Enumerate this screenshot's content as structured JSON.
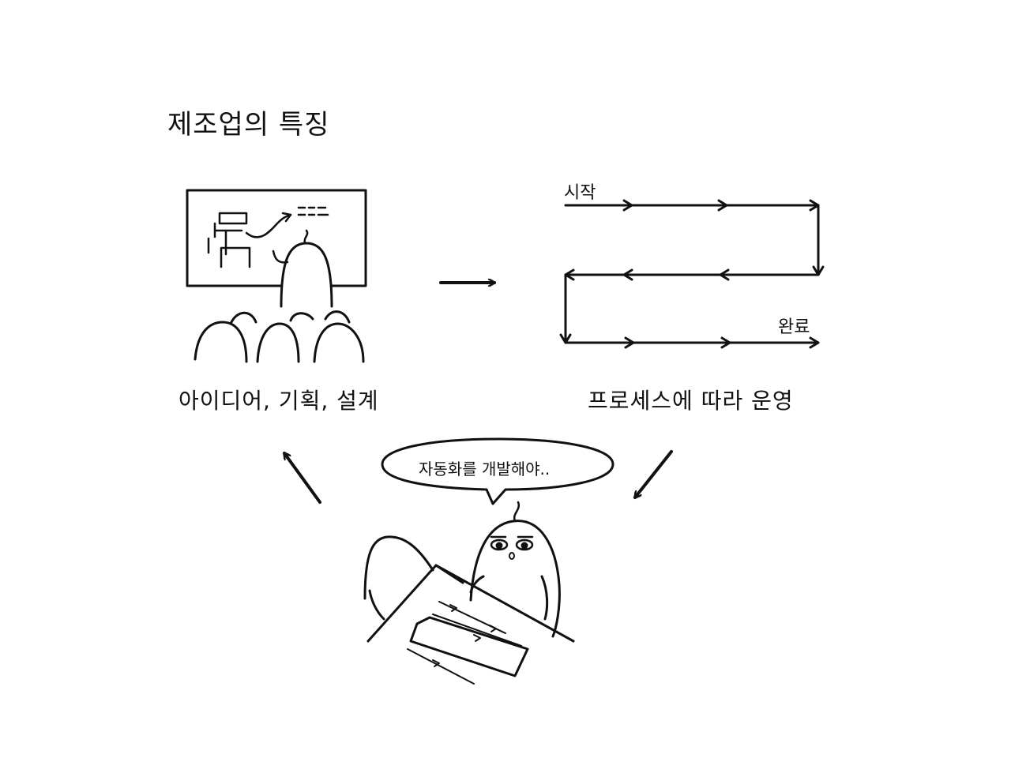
{
  "title": "제조업의 특징",
  "stages": {
    "idea": {
      "label": "아이디어, 기획, 설계"
    },
    "process": {
      "label": "프로세스에 따라 운영",
      "start": "시작",
      "end": "완료"
    },
    "automation": {
      "speech": "자동화를 개발해야.."
    }
  }
}
